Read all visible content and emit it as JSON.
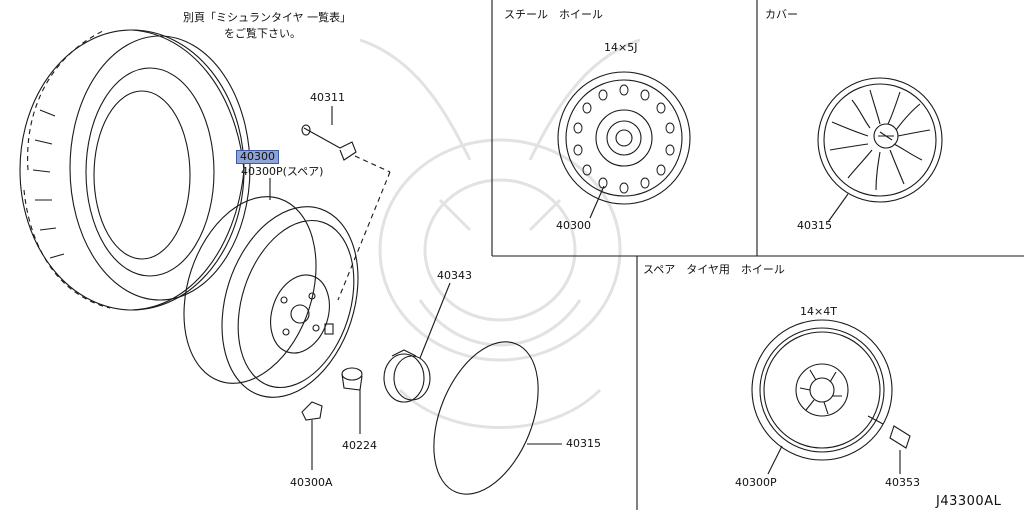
{
  "diagram": {
    "note_line1": "別頁「ミシュランタイヤ 一覧表」",
    "note_line2": "をご覧下さい。",
    "drawing_code": "J43300AL"
  },
  "panels": {
    "steel_wheel": {
      "title": "スチール　ホイール",
      "size": "14×5J",
      "part": "40300"
    },
    "cover": {
      "title": "カバー",
      "part": "40315"
    },
    "spare_wheel": {
      "title": "スペア　タイヤ用　ホイール",
      "size": "14×4T",
      "part_wheel": "40300P",
      "part_clip": "40353"
    }
  },
  "parts": {
    "valve": "40311",
    "wheel_selected": "40300",
    "wheel_spare": "40300P(スペア)",
    "hub_cap": "40343",
    "nut": "40224",
    "balance_weight": "40300A",
    "disc_cover": "40315"
  },
  "colors": {
    "line": "#1a1a1a",
    "highlight": "#8fa3d6",
    "highlight_border": "#3b5ba8",
    "watermark": "#d9d9d9"
  }
}
